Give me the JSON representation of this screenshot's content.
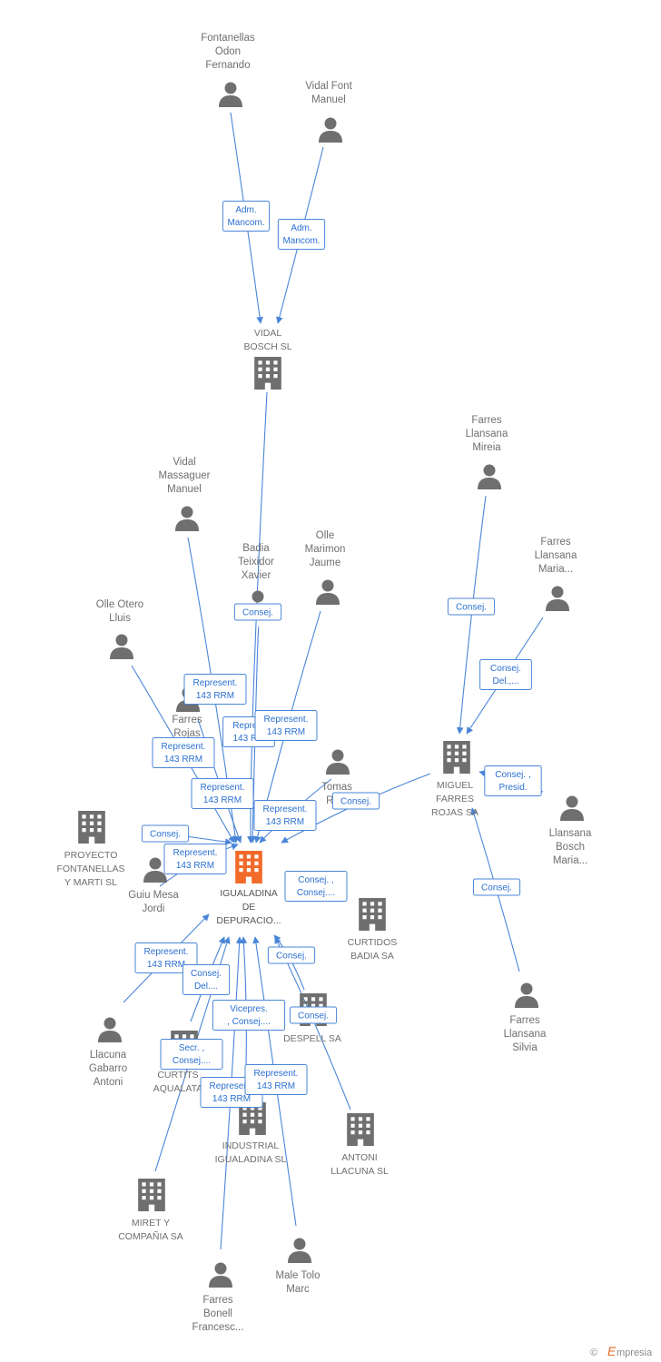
{
  "focus_company": {
    "id": "igualadina",
    "label": [
      "IGUALADINA",
      "DE",
      "DEPURACIO..."
    ],
    "color": "#f26a2a"
  },
  "companies": [
    {
      "id": "vidal_bosch",
      "label": [
        "VIDAL",
        "BOSCH SL"
      ]
    },
    {
      "id": "miguel_farres",
      "label": [
        "MIGUEL",
        "FARRES",
        "ROJAS SA"
      ]
    },
    {
      "id": "proyecto",
      "label": [
        "PROYECTO",
        "FONTANELLAS",
        "Y MARTI SL"
      ]
    },
    {
      "id": "curtidos_badia",
      "label": [
        "CURTIDOS",
        "BADIA SA"
      ]
    },
    {
      "id": "despell",
      "label": [
        "DESPELL SA"
      ]
    },
    {
      "id": "curtits",
      "label": [
        "CURTITS",
        "AQUALATA"
      ]
    },
    {
      "id": "industrial",
      "label": [
        "INDUSTRIAL",
        "IGUALADINA  SL"
      ]
    },
    {
      "id": "antoni_llacuna",
      "label": [
        "ANTONI",
        "LLACUNA  SL"
      ]
    },
    {
      "id": "miret",
      "label": [
        "MIRET Y",
        "COMPAÑIA SA"
      ]
    }
  ],
  "people": [
    {
      "id": "fontanellas",
      "label": [
        "Fontanellas",
        "Odon",
        "Fernando"
      ]
    },
    {
      "id": "vidal_font",
      "label": [
        "Vidal Font",
        "Manuel"
      ]
    },
    {
      "id": "farres_mireia",
      "label": [
        "Farres",
        "Llansana",
        "Mireia"
      ]
    },
    {
      "id": "farres_maria",
      "label": [
        "Farres",
        "Llansana",
        "Maria..."
      ]
    },
    {
      "id": "vidal_massaguer",
      "label": [
        "Vidal",
        "Massaguer",
        "Manuel"
      ]
    },
    {
      "id": "badia",
      "label": [
        "Badia",
        "Teixidor",
        "Xavier"
      ]
    },
    {
      "id": "olle_marimon",
      "label": [
        "Olle",
        "Marimon",
        "Jaume"
      ]
    },
    {
      "id": "olle_otero",
      "label": [
        "Olle Otero",
        "Lluis"
      ]
    },
    {
      "id": "farres_rojas",
      "label": [
        "Farres",
        "Rojas"
      ]
    },
    {
      "id": "tomas",
      "label": [
        "Tomas",
        "Ribe"
      ]
    },
    {
      "id": "llansana_bosch",
      "label": [
        "Llansana",
        "Bosch",
        "Maria..."
      ]
    },
    {
      "id": "guiu",
      "label": [
        "Guiu Mesa",
        "Jordi"
      ]
    },
    {
      "id": "llacuna_gabarro",
      "label": [
        "Llacuna",
        "Gabarro",
        "Antoni"
      ]
    },
    {
      "id": "farres_silvia",
      "label": [
        "Farres",
        "Llansana",
        "Silvia"
      ]
    },
    {
      "id": "male_tolo",
      "label": [
        "Male Tolo",
        "Marc"
      ]
    },
    {
      "id": "farres_bonell",
      "label": [
        "Farres",
        "Bonell",
        "Francesc..."
      ]
    }
  ],
  "relations": [
    {
      "from": "fontanellas",
      "to": "vidal_bosch",
      "label": [
        "Adm.",
        "Mancom."
      ]
    },
    {
      "from": "vidal_font",
      "to": "vidal_bosch",
      "label": [
        "Adm.",
        "Mancom."
      ]
    },
    {
      "from": "farres_mireia",
      "to": "miguel_farres",
      "label": [
        "Consej."
      ]
    },
    {
      "from": "farres_maria",
      "to": "miguel_farres",
      "label": [
        "Consej.",
        "Del.,..."
      ]
    },
    {
      "from": "llansana_bosch",
      "to": "miguel_farres",
      "label": [
        "Consej. ,",
        "Presid."
      ]
    },
    {
      "from": "farres_silvia",
      "to": "miguel_farres",
      "label": [
        "Consej."
      ]
    },
    {
      "from": "badia",
      "to": "igualadina",
      "label": [
        "Consej."
      ]
    },
    {
      "from": "vidal_massaguer",
      "to": "igualadina",
      "label": [
        "Represent.",
        "143 RRM"
      ]
    },
    {
      "from": "vidal_bosch",
      "to": "igualadina",
      "label": [
        "Repre...",
        "143 R..."
      ]
    },
    {
      "from": "olle_marimon",
      "to": "igualadina",
      "label": [
        "Represent.",
        "143 RRM"
      ]
    },
    {
      "from": "olle_otero",
      "to": "igualadina",
      "label": [
        "Represent.",
        "143 RRM"
      ]
    },
    {
      "from": "farres_rojas",
      "to": "igualadina",
      "label": [
        "Represent.",
        "143 RRM"
      ]
    },
    {
      "from": "tomas",
      "to": "igualadina",
      "label": [
        "Represent.",
        "143 RRM"
      ]
    },
    {
      "from": "miguel_farres",
      "to": "igualadina",
      "label": [
        "Consej."
      ]
    },
    {
      "from": "proyecto",
      "to": "igualadina",
      "label": [
        "Consej."
      ]
    },
    {
      "from": "guiu",
      "to": "igualadina",
      "label": [
        "Represent.",
        "143 RRM"
      ]
    },
    {
      "from": "curtidos_badia",
      "to": "igualadina",
      "label": [
        "Consej. ,",
        "Consej...."
      ]
    },
    {
      "from": "llacuna_gabarro",
      "to": "igualadina",
      "label": [
        "Represent.",
        "143 RRM"
      ]
    },
    {
      "from": "curtits",
      "to": "igualadina",
      "label": [
        "Consej.",
        "Del...."
      ]
    },
    {
      "from": "despell",
      "to": "igualadina",
      "label": [
        "Consej."
      ]
    },
    {
      "from": "antoni_llacuna",
      "to": "igualadina",
      "label": [
        "Consej."
      ]
    },
    {
      "from": "industrial",
      "to": "igualadina",
      "label": [
        "Vicepres.",
        ", Consej...."
      ]
    },
    {
      "from": "miret",
      "to": "igualadina",
      "label": [
        "Secr. ,",
        "Consej...."
      ]
    },
    {
      "from": "farres_bonell",
      "to": "igualadina",
      "label": [
        "Represent.",
        "143 RRM"
      ]
    },
    {
      "from": "male_tolo",
      "to": "igualadina",
      "label": [
        "Represent.",
        "143 RRM"
      ]
    }
  ],
  "brand": {
    "copyright": "©",
    "initial": "E",
    "name": "mpresia"
  },
  "colors": {
    "edge": "#4a86d8",
    "edge_text": "#2a6fd0",
    "icon": "#6f6f6f",
    "label": "#6f6f6f"
  }
}
